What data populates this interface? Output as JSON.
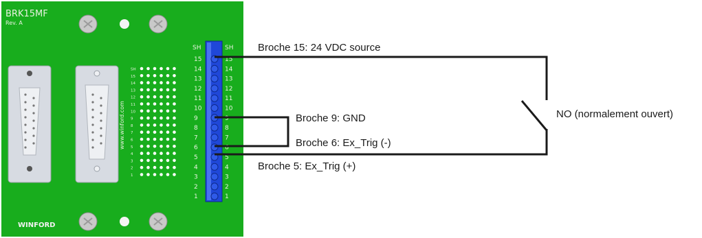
{
  "board": {
    "model": "BRK15MF",
    "revision": "Rev. A",
    "website": "www.winford.com",
    "logo_text": "WINFORD",
    "terminal_header_left": "SH",
    "terminal_header_right": "SH",
    "pin_numbers": [
      "15",
      "14",
      "13",
      "12",
      "11",
      "10",
      "9",
      "8",
      "7",
      "6",
      "5",
      "4",
      "3",
      "2",
      "1"
    ],
    "header_pin_labels": [
      "SH",
      "15",
      "14",
      "13",
      "12",
      "11",
      "10",
      "9",
      "8",
      "7",
      "6",
      "5",
      "4",
      "3",
      "2",
      "1"
    ],
    "colors": {
      "pcb": "#18ad1d",
      "terminal_block": "#1f47d8",
      "connector": "#d7dbe2",
      "wire": "#1a1a1a"
    }
  },
  "labels": {
    "pin15": "Broche 15: 24 VDC source",
    "pin9": "Broche 9: GND",
    "pin6": "Broche 6: Ex_Trig (-)",
    "pin5": "Broche 5: Ex_Trig (+)",
    "switch": "NO (normalement ouvert)"
  }
}
